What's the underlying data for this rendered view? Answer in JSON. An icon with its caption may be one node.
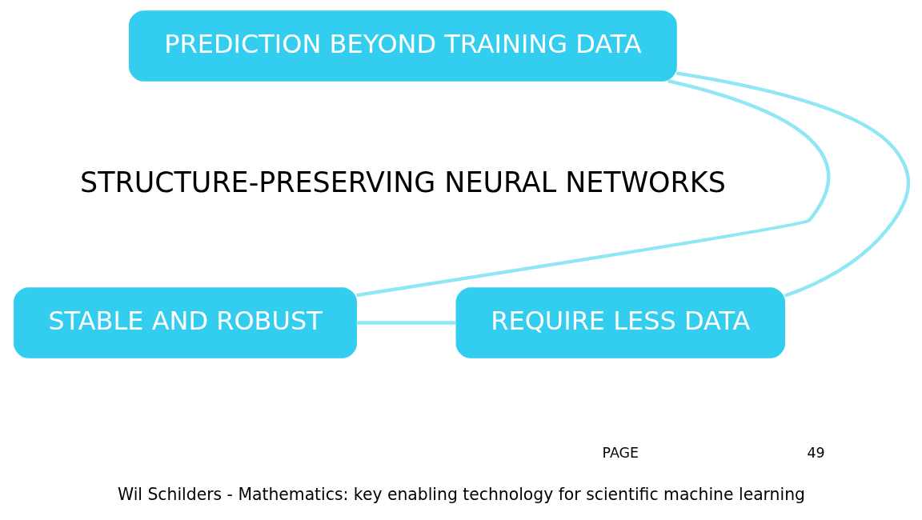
{
  "diagram": {
    "caption": "Wil Schilders - Mathematics: key enabling technology for scientific machine learning",
    "nodes": [
      {
        "text": [
          "PREDICTION BEYOND TRAINING DATA"
        ]
      },
      {
        "text": [
          "STRUCTURE-PRESERVING NEURAL NETWORKS"
        ]
      },
      {
        "text": [
          "REQUIRE LESS DATA"
        ]
      },
      {
        "text": [
          "STABLE AND ROBUST"
        ]
      }
    ],
    "edges": [
      {
        "from": 0,
        "to": 3,
        "arrow": "none"
      },
      {
        "from": 3,
        "to": 2,
        "arrow": "none"
      },
      {
        "from": 2,
        "to": 0,
        "arrow": "none"
      }
    ],
    "labels": [
      "PAGE",
      "49"
    ]
  }
}
